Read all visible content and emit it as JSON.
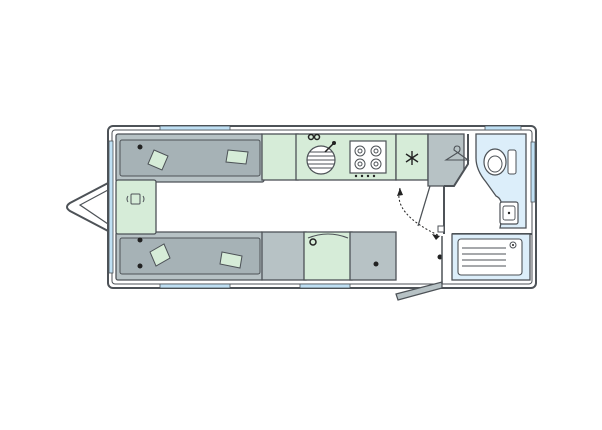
{
  "floorplan": {
    "colors": {
      "background": "#ffffff",
      "outline": "#4d5257",
      "seat_grey": "#b7c2c5",
      "seat_grey_dark": "#a6b2b6",
      "storage_green": "#d6ecd8",
      "window_blue": "#bfe0f4",
      "shower_blue": "#dceefa",
      "floor_white": "#ffffff"
    },
    "zones": [
      "front-lounge-seat-left",
      "front-lounge-seat-right",
      "front-chest-unit",
      "kitchen-counter",
      "sink",
      "hob",
      "fridge",
      "wardrobe",
      "toilet",
      "washbasin",
      "shower-tray",
      "rear-storage",
      "entrance-door",
      "a-frame-tow-hitch"
    ],
    "icons": [
      "cushion-icon",
      "sink-icon",
      "hob-icon",
      "fridge-snowflake-icon",
      "coat-hanger-icon",
      "toilet-icon",
      "washbasin-icon",
      "shower-tray-icon",
      "heater-icon",
      "door-swing-icon"
    ]
  }
}
